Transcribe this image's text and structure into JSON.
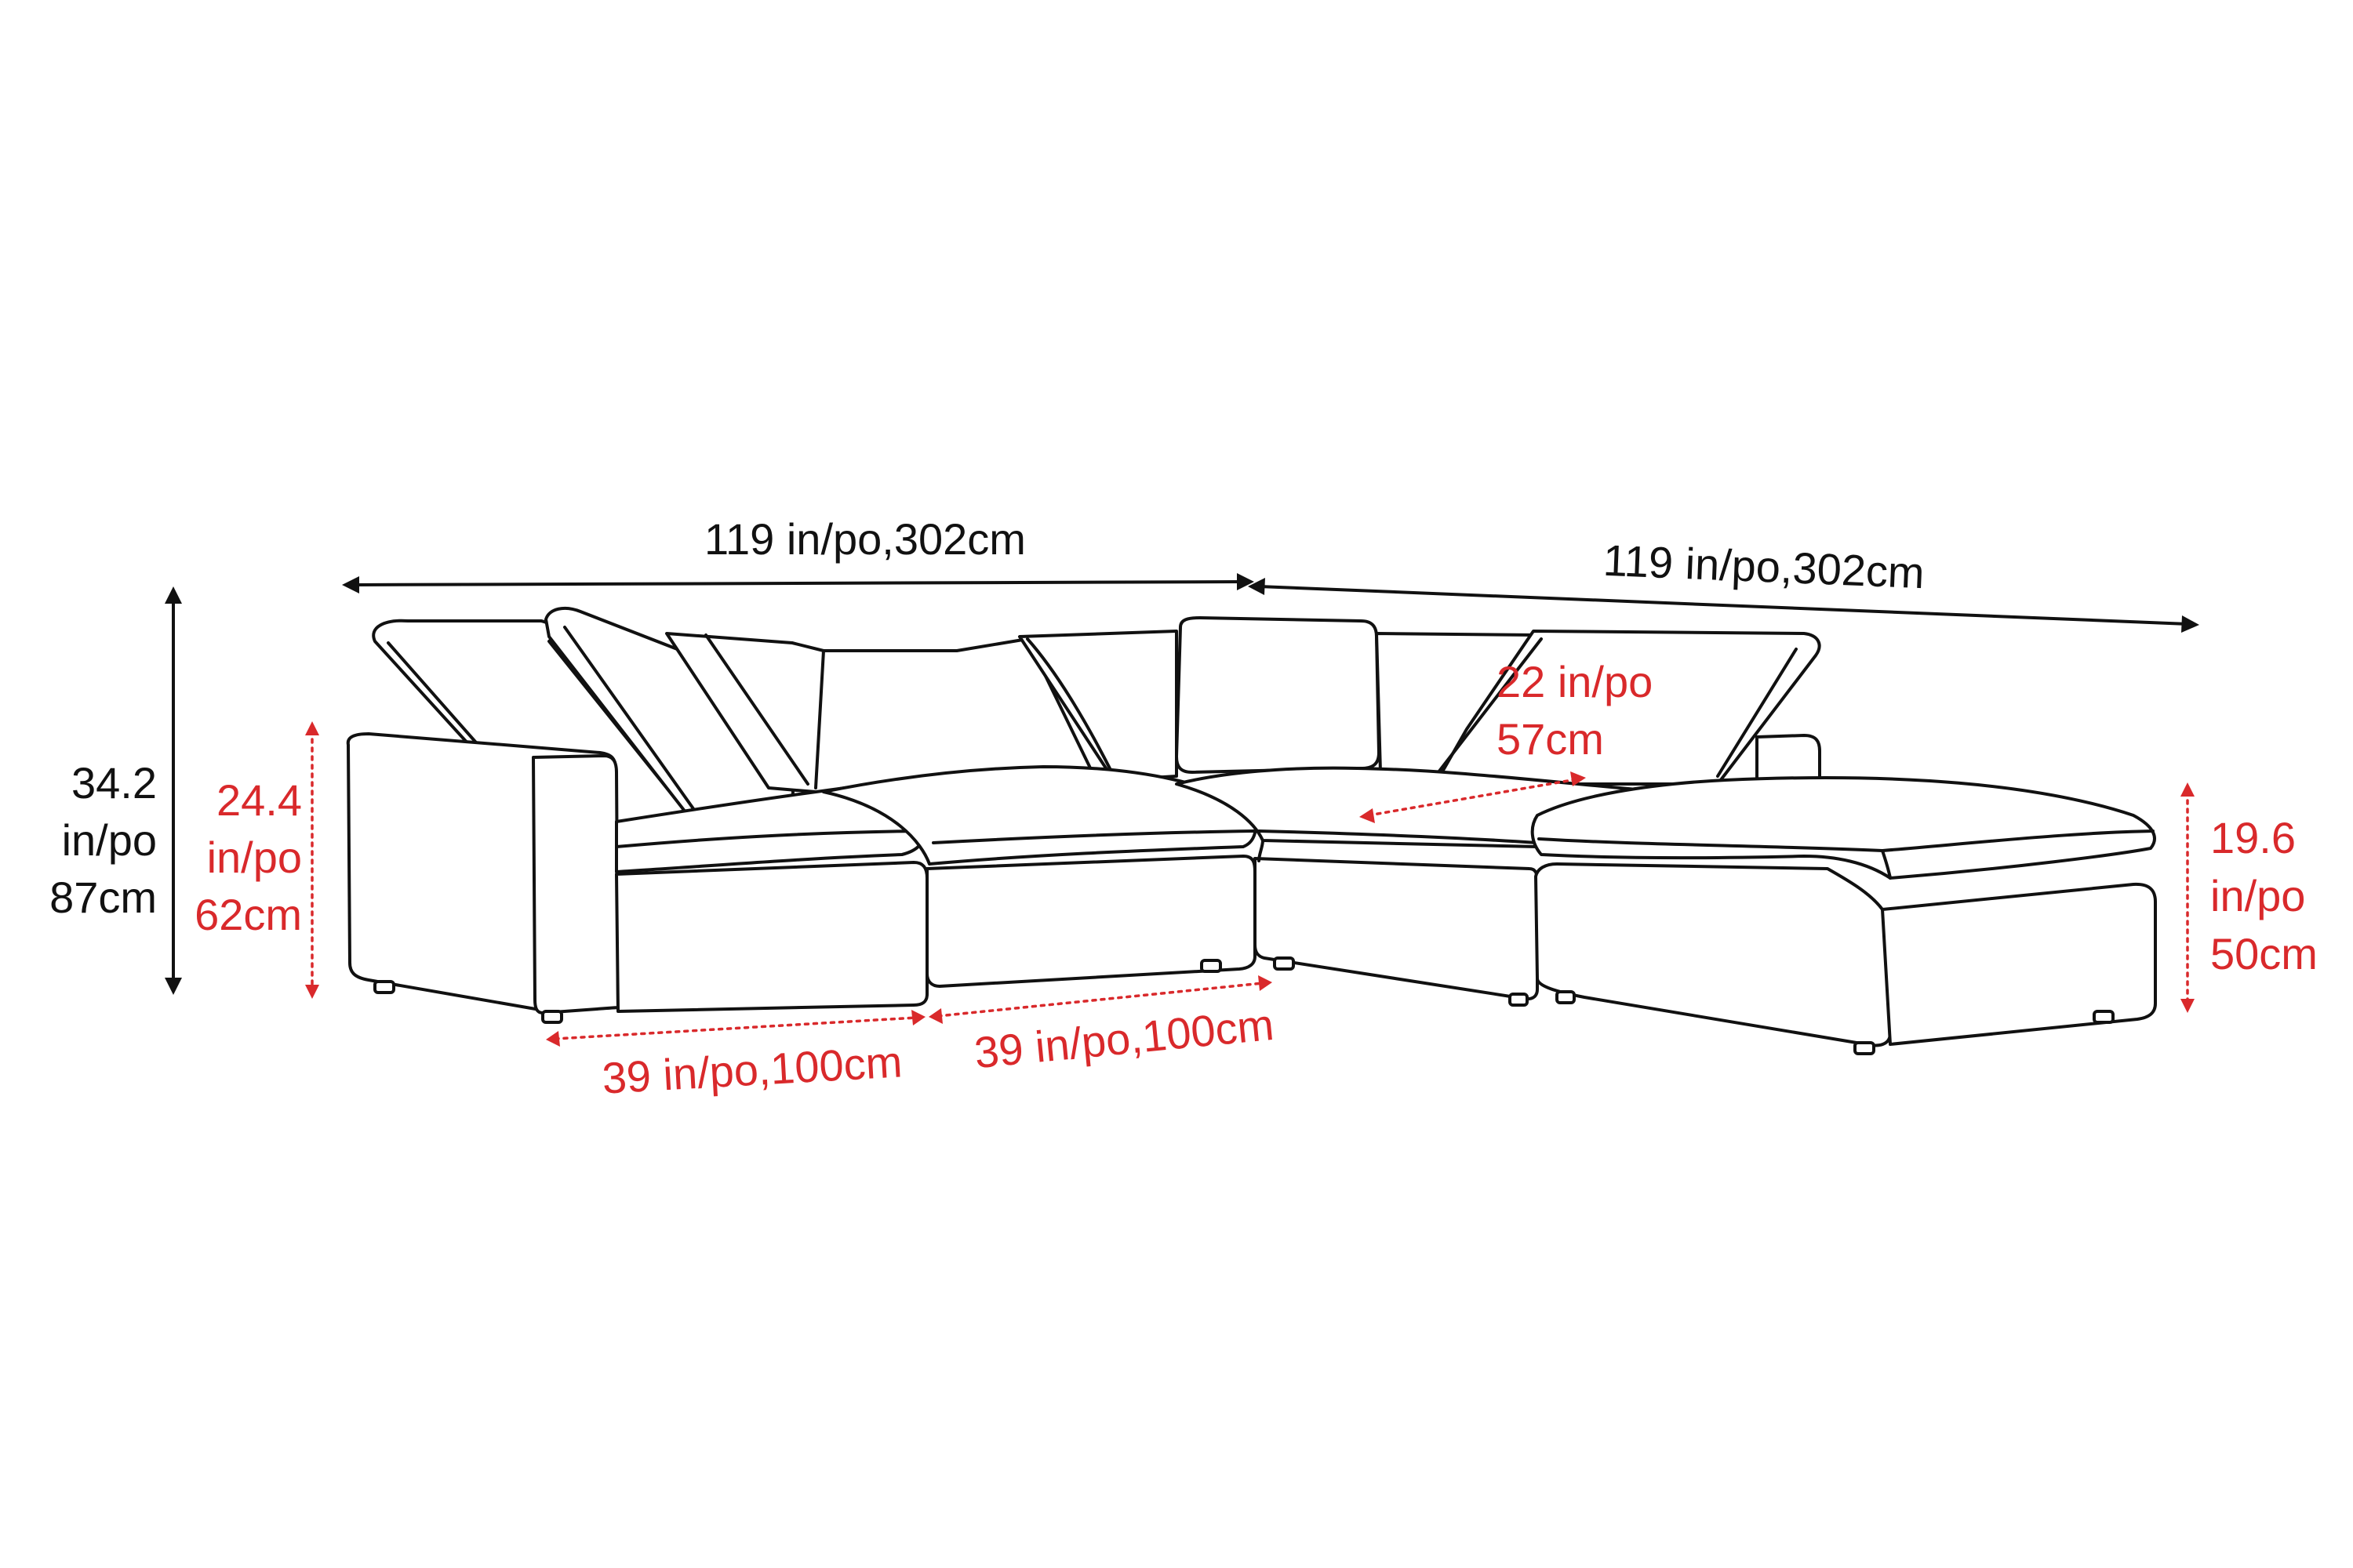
{
  "diagram": {
    "colors": {
      "line": "#111111",
      "accent": "#d9292b",
      "background": "#ffffff"
    },
    "dimensions": {
      "overall_width_left": "119 in/po,302cm",
      "overall_width_right": "119 in/po,302cm",
      "overall_height": {
        "line1": "34.2",
        "line2": "in/po",
        "line3": "87cm"
      },
      "seat_height": {
        "line1": "24.4",
        "line2": "in/po",
        "line3": "62cm"
      },
      "ottoman_height": {
        "line1": "19.6",
        "line2": "in/po",
        "line3": "50cm"
      },
      "seat_depth": {
        "line1": "22 in/po",
        "line2": "57cm"
      },
      "module_width_1": "39 in/po,100cm",
      "module_width_2": "39 in/po,100cm"
    }
  }
}
